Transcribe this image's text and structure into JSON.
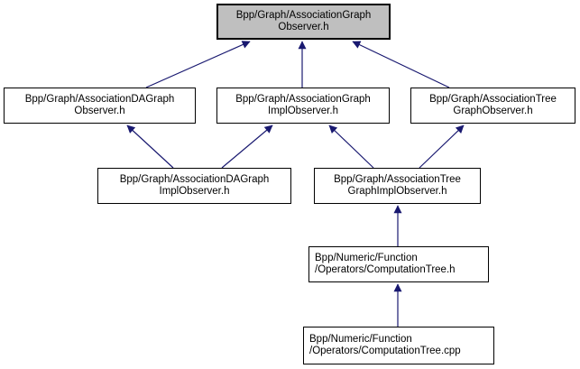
{
  "diagram": {
    "type": "include-dependency-graph",
    "colors": {
      "edge": "#191970",
      "highlight_node_fill": "#bfbfbf",
      "node_fill": "#ffffff",
      "node_border": "#000000"
    },
    "nodes": {
      "n1": {
        "line1": "Bpp/Graph/AssociationGraph",
        "line2": "Observer.h",
        "highlighted": true
      },
      "n2": {
        "line1": "Bpp/Graph/AssociationDAGraph",
        "line2": "Observer.h"
      },
      "n3": {
        "line1": "Bpp/Graph/AssociationGraph",
        "line2": "ImplObserver.h"
      },
      "n4": {
        "line1": "Bpp/Graph/AssociationTree",
        "line2": "GraphObserver.h"
      },
      "n5": {
        "line1": "Bpp/Graph/AssociationDAGraph",
        "line2": "ImplObserver.h"
      },
      "n6": {
        "line1": "Bpp/Graph/AssociationTree",
        "line2": "GraphImplObserver.h"
      },
      "n7": {
        "line1": "Bpp/Numeric/Function",
        "line2": "/Operators/ComputationTree.h"
      },
      "n8": {
        "line1": "Bpp/Numeric/Function",
        "line2": "/Operators/ComputationTree.cpp"
      }
    },
    "edges": [
      {
        "from": "n2",
        "to": "n1"
      },
      {
        "from": "n3",
        "to": "n1"
      },
      {
        "from": "n4",
        "to": "n1"
      },
      {
        "from": "n5",
        "to": "n2"
      },
      {
        "from": "n5",
        "to": "n3"
      },
      {
        "from": "n6",
        "to": "n3"
      },
      {
        "from": "n6",
        "to": "n4"
      },
      {
        "from": "n7",
        "to": "n6"
      },
      {
        "from": "n8",
        "to": "n7"
      }
    ]
  }
}
